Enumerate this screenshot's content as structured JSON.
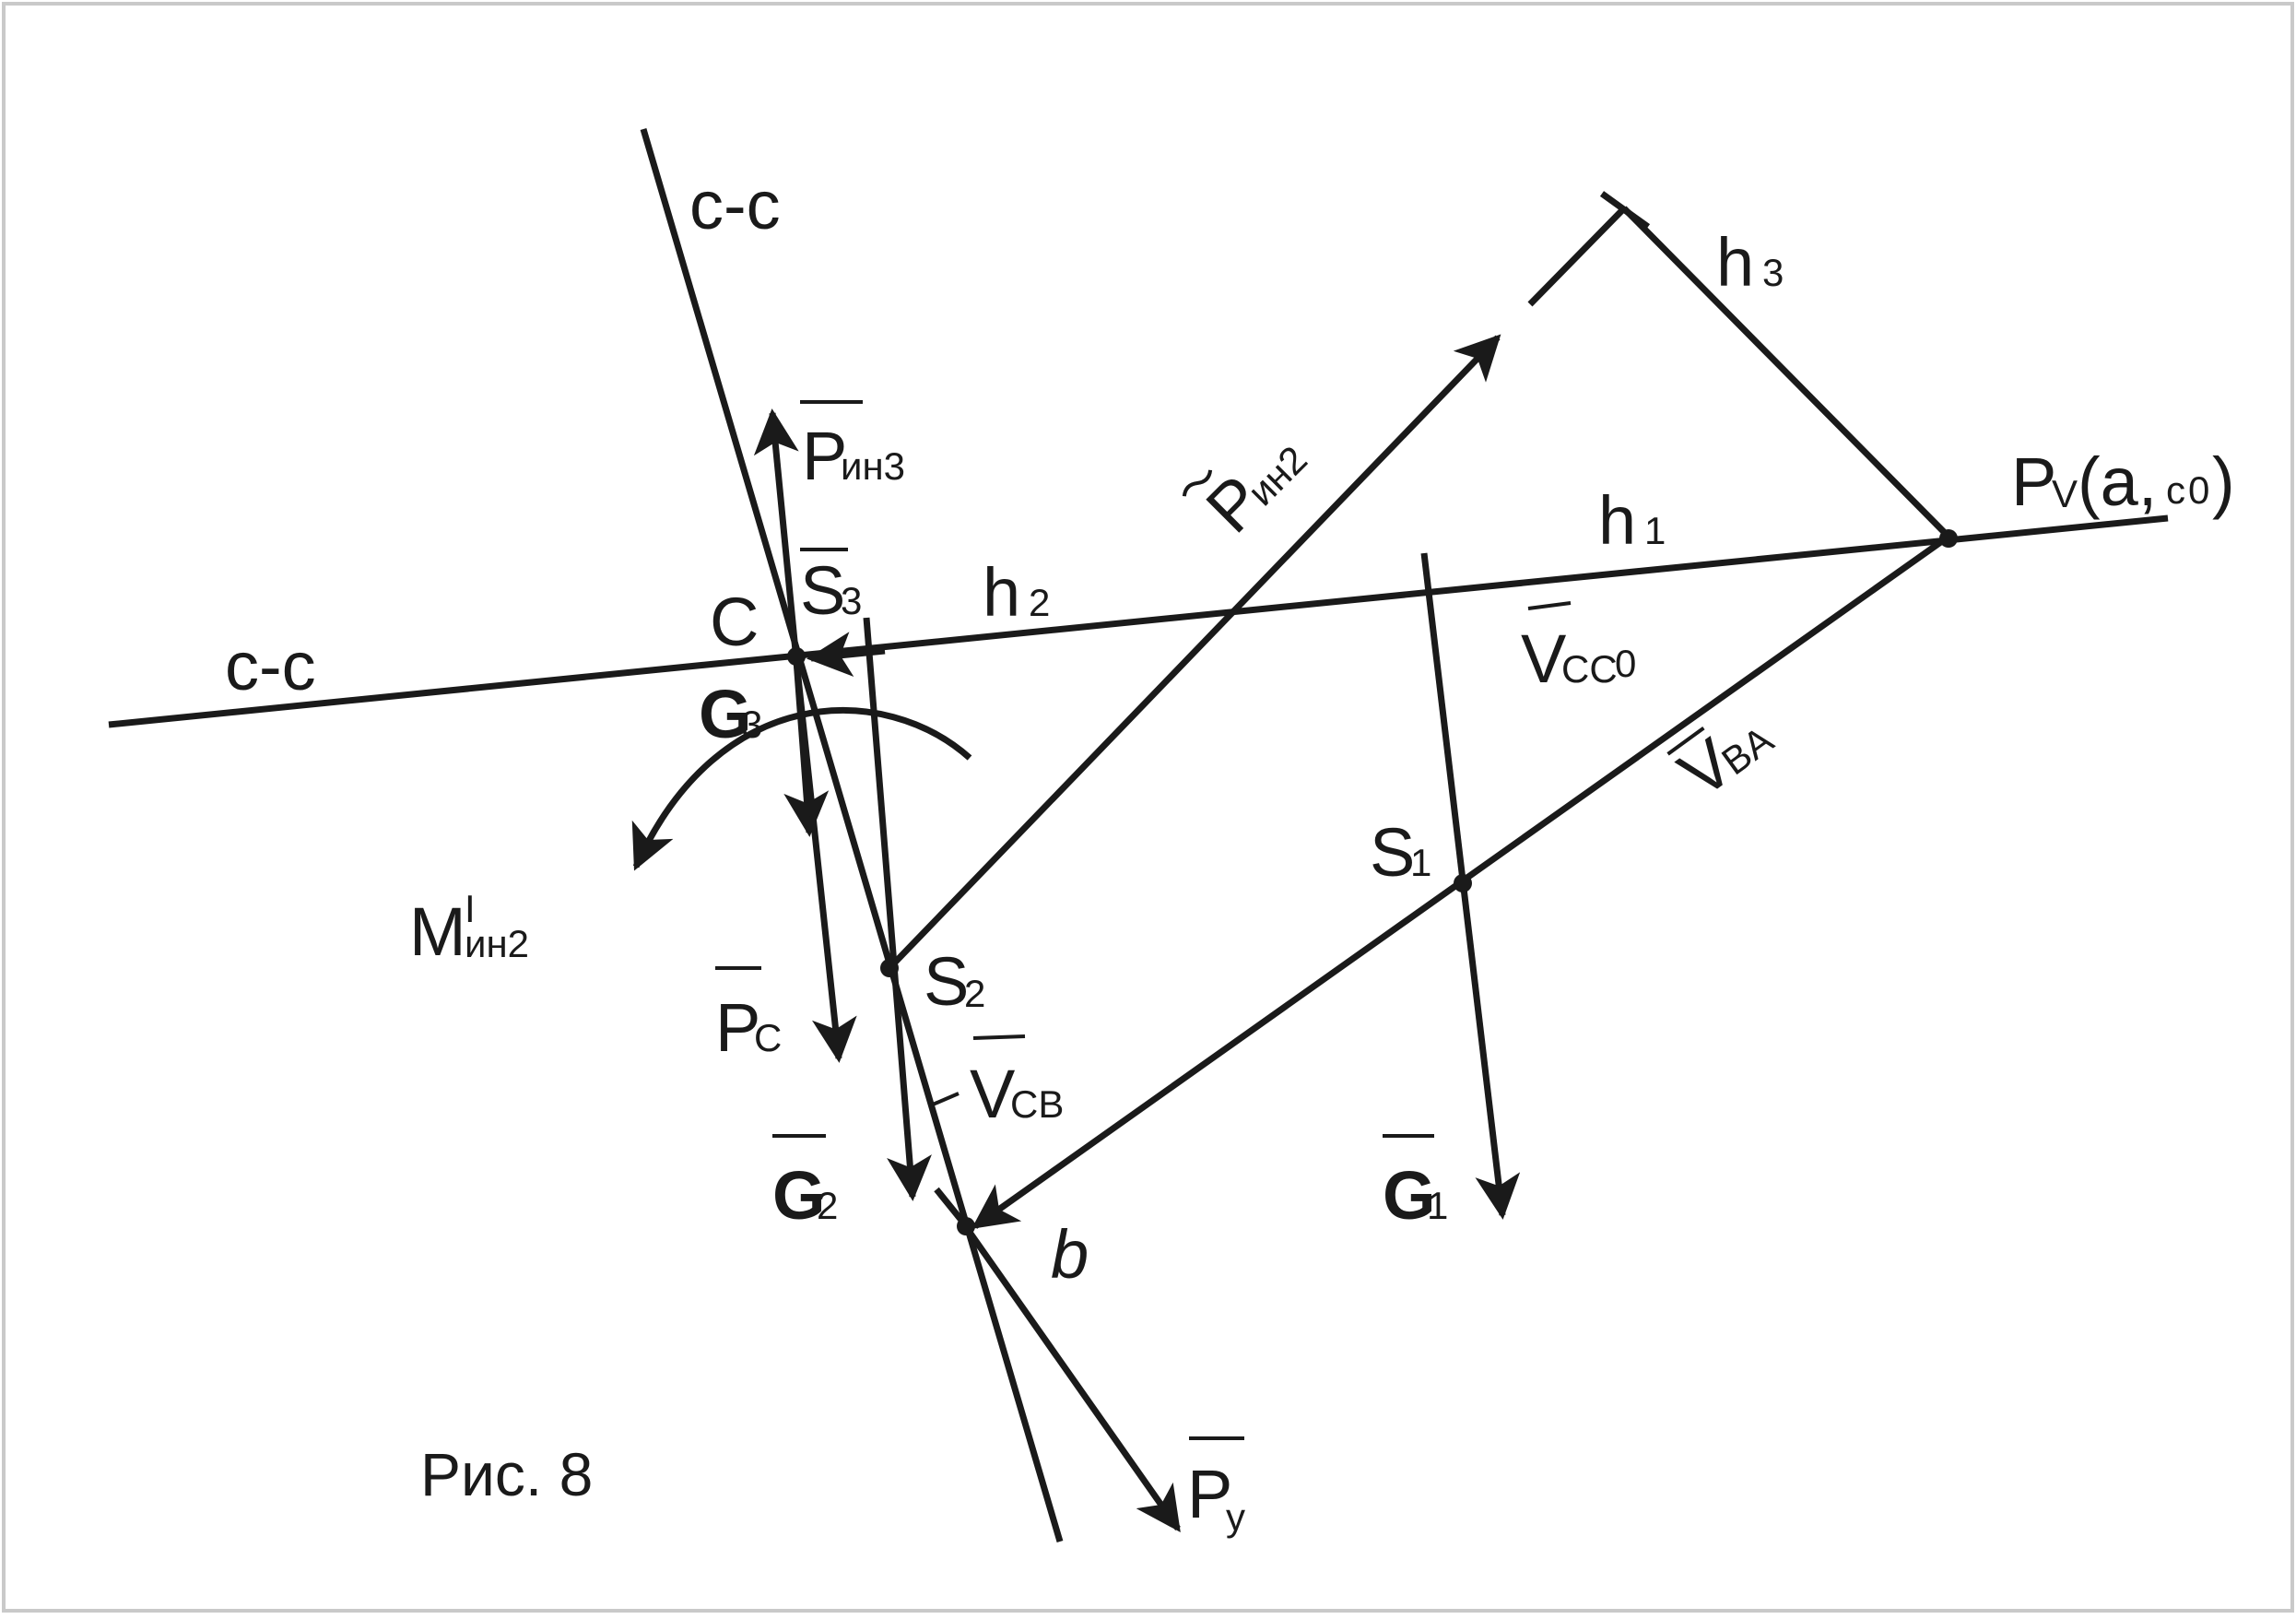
{
  "figure": {
    "caption": "Рис. 8",
    "border_color": "#c9c9c9",
    "ink_color": "#1a1a1a"
  },
  "labels": {
    "cc_top": "c-c",
    "cc_left": "c-c",
    "h3": {
      "main": "h",
      "sub": "3"
    },
    "h1": {
      "main": "h",
      "sub": "1"
    },
    "h2": {
      "main": "h",
      "sub": "2"
    },
    "pv": {
      "main": "P",
      "sub": "V",
      "rest": "(a,",
      "rest_sub": "c",
      "rest_sub2": "0",
      "close": ")"
    },
    "p_in3": {
      "main": "P",
      "sub": "ин3"
    },
    "p_in2": {
      "main": "P",
      "sub": "ин2"
    },
    "s3": {
      "main": "S",
      "sub": "3"
    },
    "c_point": "C",
    "g3": {
      "main": "G",
      "sub": "3"
    },
    "v_cc0": {
      "main": "V",
      "sub": "CC",
      "sub2": "0"
    },
    "v_ba": {
      "main": "V",
      "sub": "BA"
    },
    "s1": {
      "main": "S",
      "sub": "1"
    },
    "m_in2": {
      "main": "M",
      "prime": "I",
      "sub": "ин2"
    },
    "s2": {
      "main": "S",
      "sub": "2"
    },
    "p_c": {
      "main": "P",
      "sub": "C"
    },
    "v_cb": {
      "main": "V",
      "sub": "CB"
    },
    "g2": {
      "main": "G",
      "sub": "2"
    },
    "g1": {
      "main": "G",
      "sub": "1"
    },
    "b_point": "b",
    "p_y": {
      "main": "P",
      "sub": "y"
    }
  }
}
